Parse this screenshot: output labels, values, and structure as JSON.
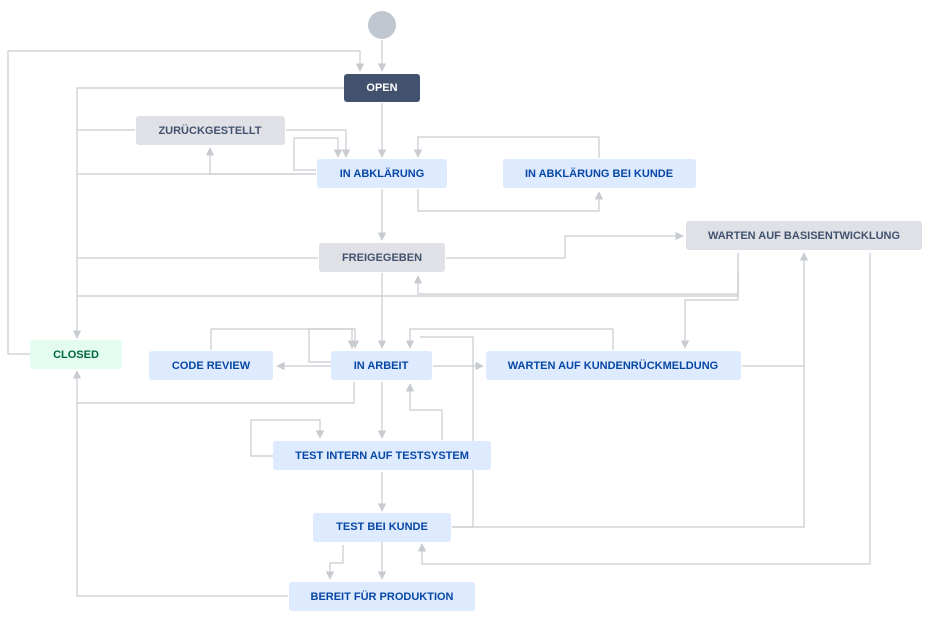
{
  "workflow": {
    "colors": {
      "todo_bg": "#dfe1e6",
      "todo_text": "#42526e",
      "inprogress_bg": "#deebff",
      "inprogress_text": "#0747a6",
      "done_bg": "#e3fcef",
      "done_text": "#006644",
      "open_bg": "#42526e",
      "open_text": "#ffffff",
      "start_node": "#c1c7d0",
      "edge": "#c8cbd0"
    },
    "statuses": {
      "open": "OPEN",
      "zurueckgestellt": "ZURÜCKGESTELLT",
      "in_abklaerung": "IN ABKLÄRUNG",
      "in_abklaerung_bei_kunde": "IN ABKLÄRUNG BEI KUNDE",
      "freigegeben": "FREIGEGEBEN",
      "warten_basis": "WARTEN AUF BASISENTWICKLUNG",
      "closed": "CLOSED",
      "code_review": "CODE REVIEW",
      "in_arbeit": "IN ARBEIT",
      "warten_kunde": "WARTEN AUF KUNDENRÜCKMELDUNG",
      "test_intern": "TEST INTERN AUF TESTSYSTEM",
      "test_bei_kunde": "TEST BEI KUNDE",
      "bereit_produktion": "BEREIT FÜR PRODUKTION"
    }
  }
}
